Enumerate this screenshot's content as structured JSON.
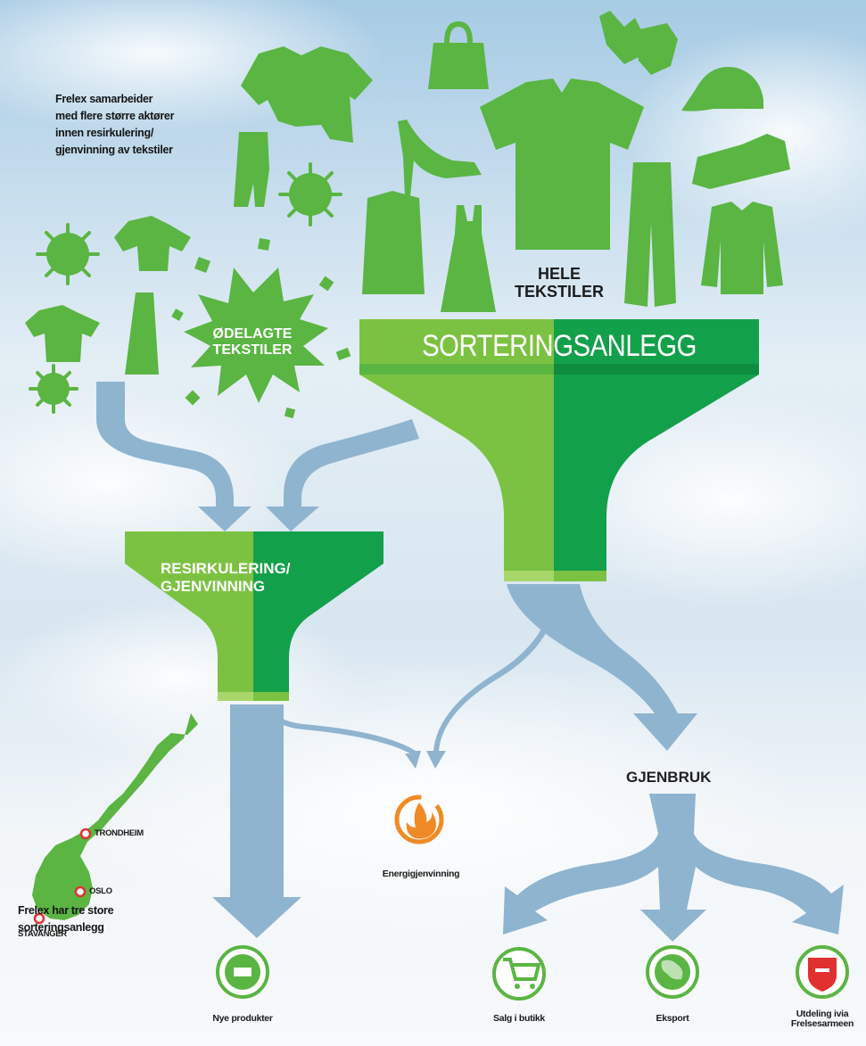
{
  "intro_text": [
    "Frelex samarbeider",
    "med flere større aktører",
    "innen resirkulering/",
    "gjenvinning av tekstiler"
  ],
  "labels": {
    "hele_tekstiler": [
      "HELE",
      "TEKSTILER"
    ],
    "odelagte_tekstiler": [
      "ØDELAGTE",
      "TEKSTILER"
    ],
    "sorteringsanlegg": "SORTERINGSANLEGG",
    "resirkulering": [
      "RESIRKULERING/",
      "GJENVINNING"
    ],
    "gjenbruk": "GJENBRUK",
    "energigjenvinning": "Energigjenvinning"
  },
  "outputs": {
    "nye_produkter": "Nye produkter",
    "salg_butikk": "Salg i butikk",
    "eksport": "Eksport",
    "utdeling": [
      "Utdeling ivia",
      "Frelsesarmeen"
    ]
  },
  "map": {
    "cities": [
      "TRONDHEIM",
      "OSLO",
      "STAVANGER"
    ],
    "caption": [
      "Frelex har tre store",
      "sorteringsanlegg"
    ]
  },
  "colors": {
    "green_light": "#7cc242",
    "green_mid": "#5ab543",
    "green_dark": "#13a04a",
    "arrow_blue": "#8fb4cf",
    "orange": "#f08a24",
    "red": "#e03030",
    "sky_top": "#9ec6e2",
    "sky_bottom": "#e8f1f7"
  }
}
